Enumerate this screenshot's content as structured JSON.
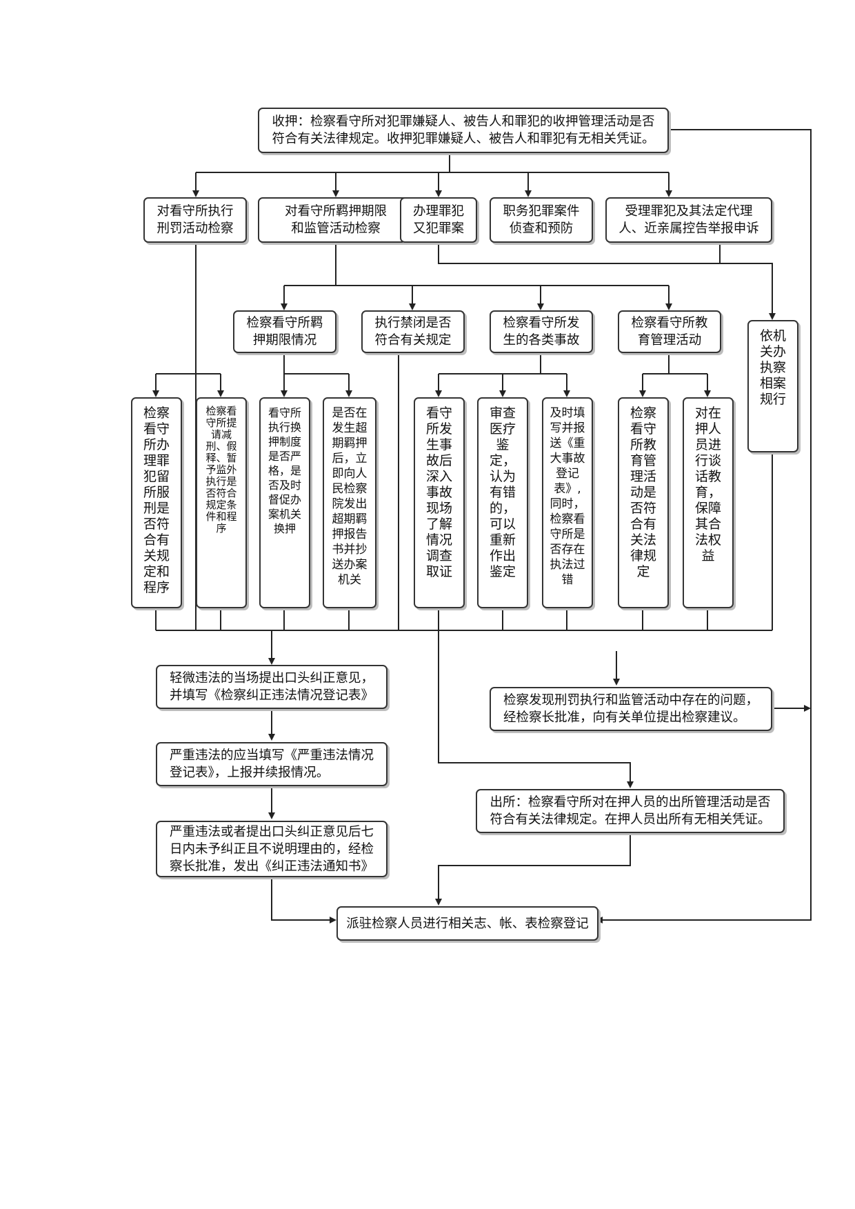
{
  "nodes": {
    "intake": "收押：检察看守所对犯罪嫌疑人、被告人和罪犯的收押管理活动是否\n符合有关法律规定。收押犯罪嫌疑人、被告人和罪犯有无相关凭证。",
    "b1": "对看守所执行\n刑罚活动检察",
    "b2": "对看守所羁押期限\n和监管活动检察",
    "b3": "办理罪犯\n又犯罪案",
    "b4": "职务犯罪案件\n侦查和预防",
    "b5": "受理罪犯及其法定代理\n人、近亲属控告举报申诉",
    "c1": "检察看守所羁\n押期限情况",
    "c2": "执行禁闭是否\n符合有关规定",
    "c3": "检察看守所发\n生的各类事故",
    "c4": "检察看守所教\n育管理活动",
    "c5": "依机关办执察相案规行",
    "d1": "检察看守所办理罪犯留所服刑是否符合有关规定和程序",
    "d2": "检察看守所提请减刑、假释、暂予监外执行是否符合规定条件和程序",
    "d3": "看守所执行换押制度是否严格，是否及时督促办案机关换押",
    "d4": "是否在发生超期羁押后，立即向人民检察院发出超期羁押报告书并抄送办案机关",
    "d5": "看守所发生事故后深入事故现场了解情况调查取证",
    "d6": "审查医疗鉴定，认为有错的，可以重新作出鉴定",
    "d7": "及时填写并报送《重大事故登记表》,同时，检察看守所是否存在执法过错",
    "d8": "检察看守所教育管理活动是否符合有关法律规定",
    "d9": "对在押人员进行谈话教育，保障其合法权益",
    "e1": "轻微违法的当场提出口头纠正意见，\n并填写《检察纠正违法情况登记表》",
    "e2": "严重违法的应当填写《严重违法情况\n登记表》，上报并续报情况。",
    "e3": "严重违法或者提出口头纠正意见后七\n日内未予纠正且不说明理由的，经检\n察长批准，发出《纠正违法通知书》",
    "e4": "检察发现刑罚执行和监管活动中存在的问题，\n经检察长批准，向有关单位提出检察建议。",
    "e5": "出所：检察看守所对在押人员的出所管理活动是否\n符合有关法律规定。在押人员出所有无相关凭证。",
    "final": "派驻检察人员进行相关志、帐、表检察登记"
  }
}
